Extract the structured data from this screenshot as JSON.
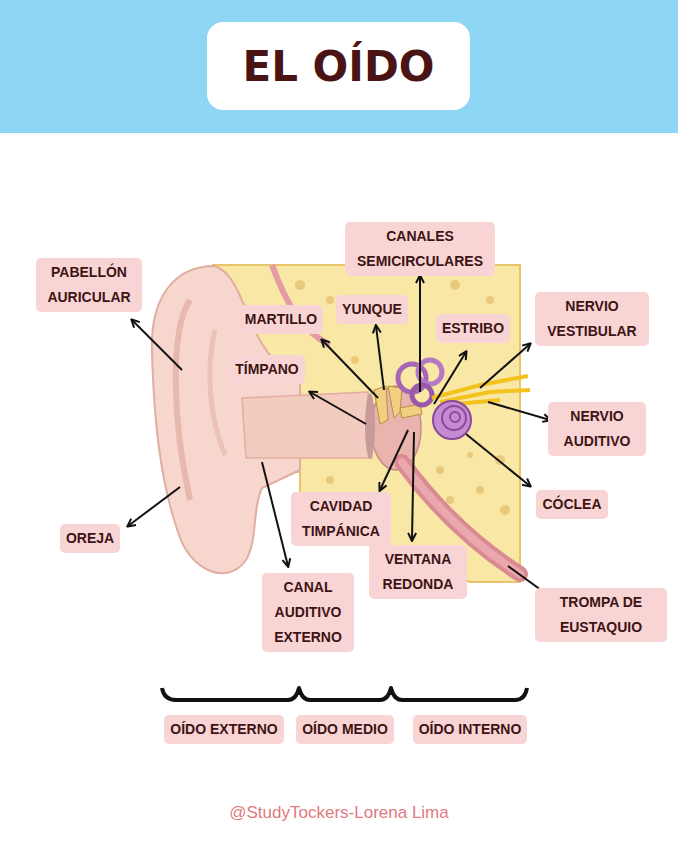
{
  "diagram": {
    "title": "EL OÍDO",
    "nodes": [
      {
        "text": [
          "PABELLÓN AURICULAR"
        ]
      },
      {
        "text": [
          "CANALES SEMICIRCULARES"
        ]
      },
      {
        "text": [
          "MARTILLO"
        ]
      },
      {
        "text": [
          "YUNQUE"
        ]
      },
      {
        "text": [
          "ESTRIBO"
        ]
      },
      {
        "text": [
          "NERVIO VESTIBULAR"
        ]
      },
      {
        "text": [
          "TÍMPANO"
        ]
      },
      {
        "text": [
          "NERVIO AUDITIVO"
        ]
      },
      {
        "text": [
          "CÓCLEA"
        ]
      },
      {
        "text": [
          "OREJA"
        ]
      },
      {
        "text": [
          "CAVIDAD TIMPÁNICA"
        ]
      },
      {
        "text": [
          "VENTANA REDONDA"
        ]
      },
      {
        "text": [
          "CANAL AUDITIVO EXTERNO"
        ]
      },
      {
        "text": [
          "TROMPA DE EUSTAQUIO"
        ]
      },
      {
        "text": [
          "OÍDO EXTERNO"
        ]
      },
      {
        "text": [
          "OÍDO MEDIO"
        ]
      },
      {
        "text": [
          "OÍDO INTERNO"
        ]
      }
    ],
    "labels": [
      "@StudyTockers-Lorena Lima"
    ]
  }
}
